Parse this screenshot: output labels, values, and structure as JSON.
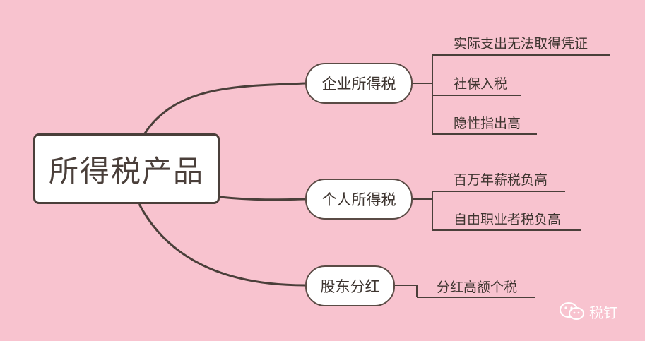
{
  "root": {
    "label": "所得税产品"
  },
  "branches": [
    {
      "label": "企业所得税",
      "leaves": [
        "实际支出无法取得凭证",
        "社保入税",
        "隐性指出高"
      ]
    },
    {
      "label": "个人所得税",
      "leaves": [
        "百万年薪税负高",
        "自由职业者税负高"
      ]
    },
    {
      "label": "股东分红",
      "leaves": [
        "分红高额个税"
      ]
    }
  ],
  "watermark": {
    "text": "税钉",
    "icon": "wechat-icon"
  },
  "colors": {
    "background": "#f8c3cf",
    "line": "#4a3f3a",
    "node_fill": "#ffffff"
  }
}
